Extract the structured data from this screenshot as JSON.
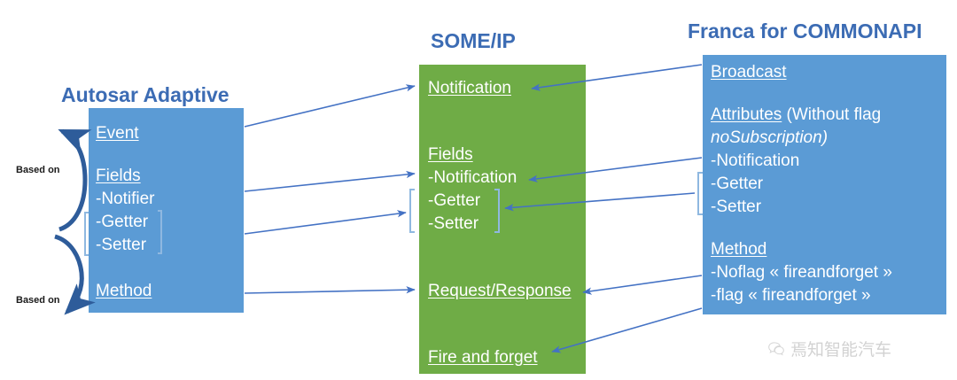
{
  "diagram": {
    "colors": {
      "blue_box": "#5B9BD5",
      "green_box": "#6FAC46",
      "title_blue": "#3C6CB4",
      "arrow_blue": "#4472C4",
      "curve_arrow_blue": "#2E5C9A",
      "text_white": "#FFFFFF",
      "background": "#FFFFFF"
    },
    "titles": {
      "left": "Autosar Adaptive",
      "middle": "SOME/IP",
      "right": "Franca for COMMONAPI"
    },
    "left_box": {
      "name": "Autosar Adaptive",
      "entries": [
        {
          "text": "Event",
          "underline": true
        },
        {
          "text": "Fields",
          "underline": true
        },
        {
          "text": "-Notifier",
          "underline": false
        },
        {
          "text": "-Getter",
          "underline": false
        },
        {
          "text": "-Setter",
          "underline": false
        },
        {
          "text": "Method",
          "underline": true
        }
      ]
    },
    "middle_box": {
      "name": "SOME/IP",
      "entries": [
        {
          "text": "Notification",
          "underline": true
        },
        {
          "text": "Fields",
          "underline": true
        },
        {
          "text": "-Notification",
          "underline": false
        },
        {
          "text": "-Getter",
          "underline": false
        },
        {
          "text": "-Setter",
          "underline": false
        },
        {
          "text": "Request/Response",
          "underline": true
        },
        {
          "text": "Fire and forget",
          "underline": true
        }
      ]
    },
    "right_box": {
      "name": "Franca for COMMONAPI",
      "entries": [
        {
          "text": "Broadcast",
          "underline": true
        },
        {
          "text_underlined": "Attributes",
          "text_rest": " (Without flag",
          "underline": true
        },
        {
          "text": "noSubscription)",
          "italic": true
        },
        {
          "text": "-Notification",
          "underline": false
        },
        {
          "text": "-Getter",
          "underline": false
        },
        {
          "text": "-Setter",
          "underline": false
        },
        {
          "text": "Method",
          "underline": true
        },
        {
          "text": "-Noflag « fireandforget »",
          "underline": false
        },
        {
          "text": "-flag « fireandforget »",
          "underline": false
        }
      ]
    },
    "annotations": [
      {
        "label": "Based on",
        "target": "Event / Fields"
      },
      {
        "label": "Based on",
        "target": "Method"
      }
    ],
    "connectors": [
      {
        "from": "Event",
        "to": "Notification"
      },
      {
        "from": "Notifier",
        "to": "Fields -Notification"
      },
      {
        "from": "Getter/Setter",
        "to": "Getter/Setter"
      },
      {
        "from": "Method",
        "to": "Request/Response"
      },
      {
        "from": "Broadcast",
        "to": "Notification"
      },
      {
        "from": "Attributes -Notification",
        "to": "Fields -Notification"
      },
      {
        "from": "Attributes Getter/Setter",
        "to": "Getter/Setter"
      },
      {
        "from": "Method -Noflag",
        "to": "Request/Response"
      },
      {
        "from": "Method -flag",
        "to": "Fire and forget"
      }
    ],
    "watermark": {
      "text": "焉知智能汽车",
      "icon": "wechat-icon"
    }
  }
}
